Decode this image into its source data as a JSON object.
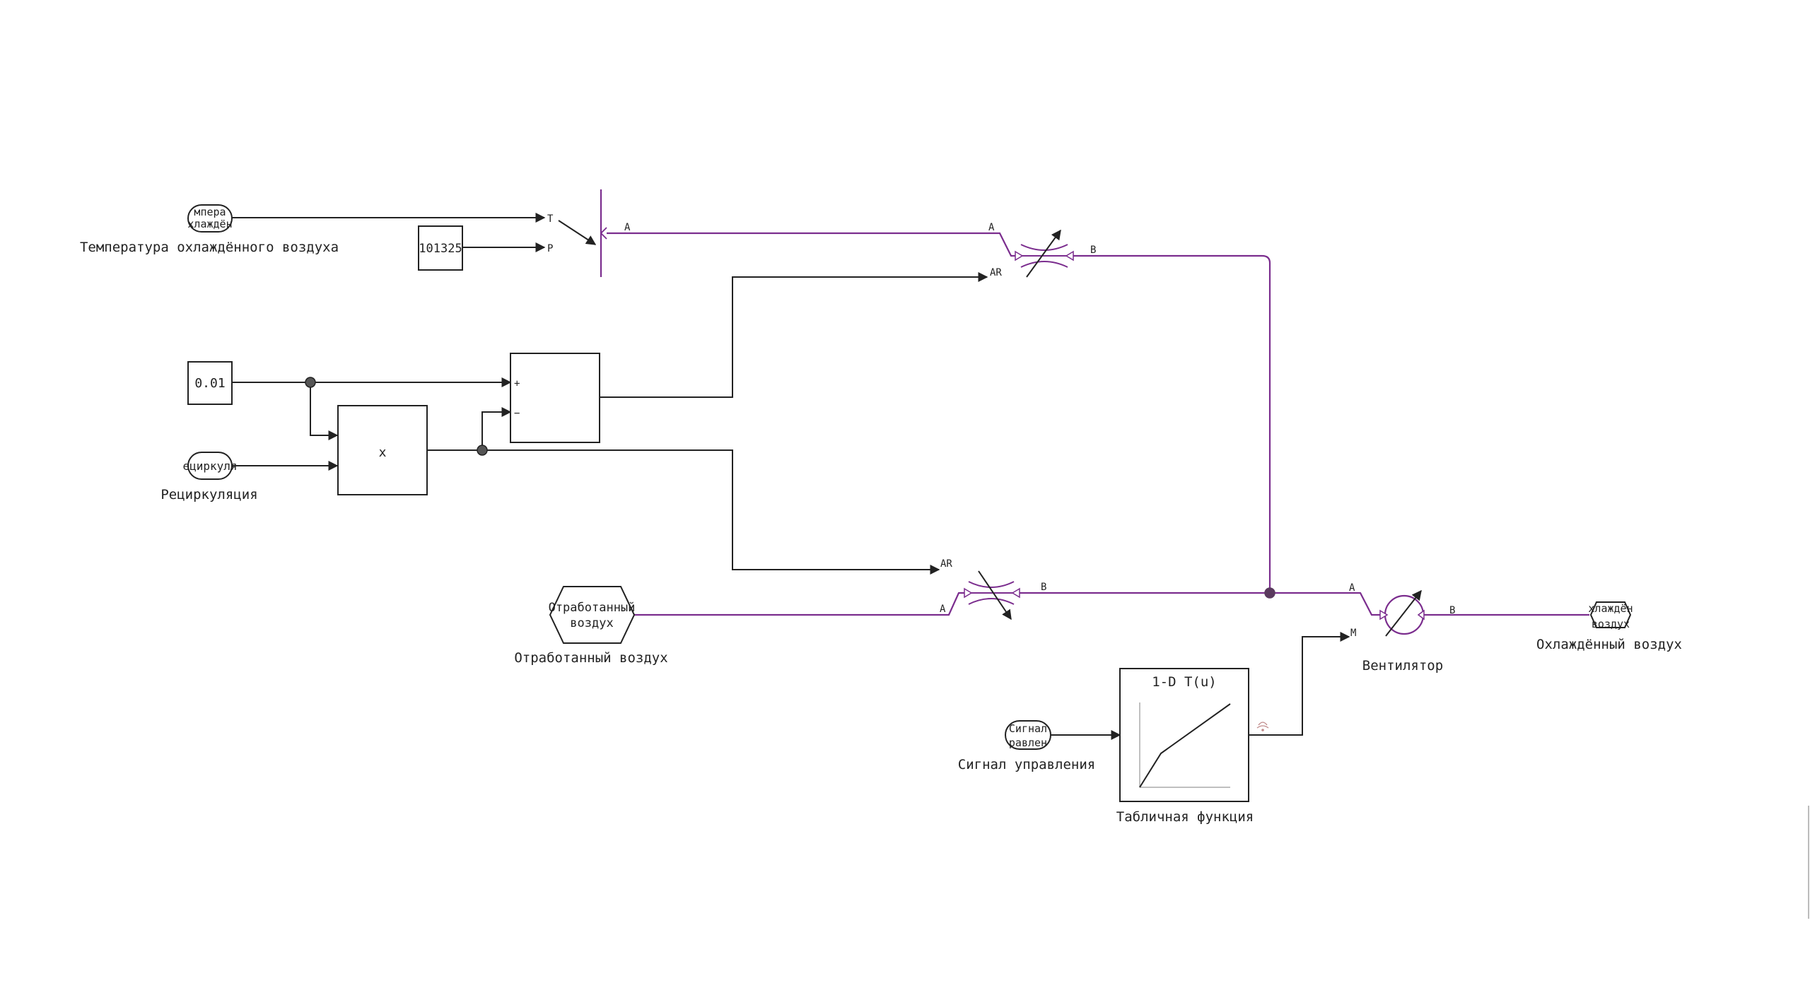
{
  "colors": {
    "signal_wire": "#222222",
    "gas_wire": "#7b2d8e",
    "junction": "#555555",
    "gas_junction": "#5a3a5e",
    "background": "#ffffff"
  },
  "blocks": {
    "temp_in": {
      "label": "Температура охлаждённого воздуха",
      "text_line1": "мпера",
      "text_line2": "хлаждён"
    },
    "pressure_const": {
      "value": "101325"
    },
    "const_001": {
      "value": "0.01"
    },
    "recirc_in": {
      "label": "Рециркуляция",
      "text": "ециркуля"
    },
    "product": {
      "symbol": "x"
    },
    "sum": {
      "plus": "+",
      "minus": "−"
    },
    "source": {
      "port_t": "T",
      "port_p": "P",
      "port_a": "A"
    },
    "valve_top": {
      "port_a": "A",
      "port_b": "B",
      "port_ar": "AR"
    },
    "valve_bottom": {
      "port_a": "A",
      "port_b": "B",
      "port_ar": "AR"
    },
    "exhaust": {
      "label": "Отработанный воздух",
      "text_line1": "Отработанный",
      "text_line2": "воздух"
    },
    "fan": {
      "label": "Вентилятор",
      "port_a": "A",
      "port_b": "B",
      "port_m": "M"
    },
    "cooled_out": {
      "label": "Охлаждённый воздух",
      "text_line1": "хлаждён",
      "text_line2": "воздух"
    },
    "control_in": {
      "label": "Сигнал управления",
      "text_line1": "Сигнал",
      "text_line2": "равлен"
    },
    "lookup": {
      "label": "Табличная функция",
      "title": "1-D T(u)"
    }
  }
}
